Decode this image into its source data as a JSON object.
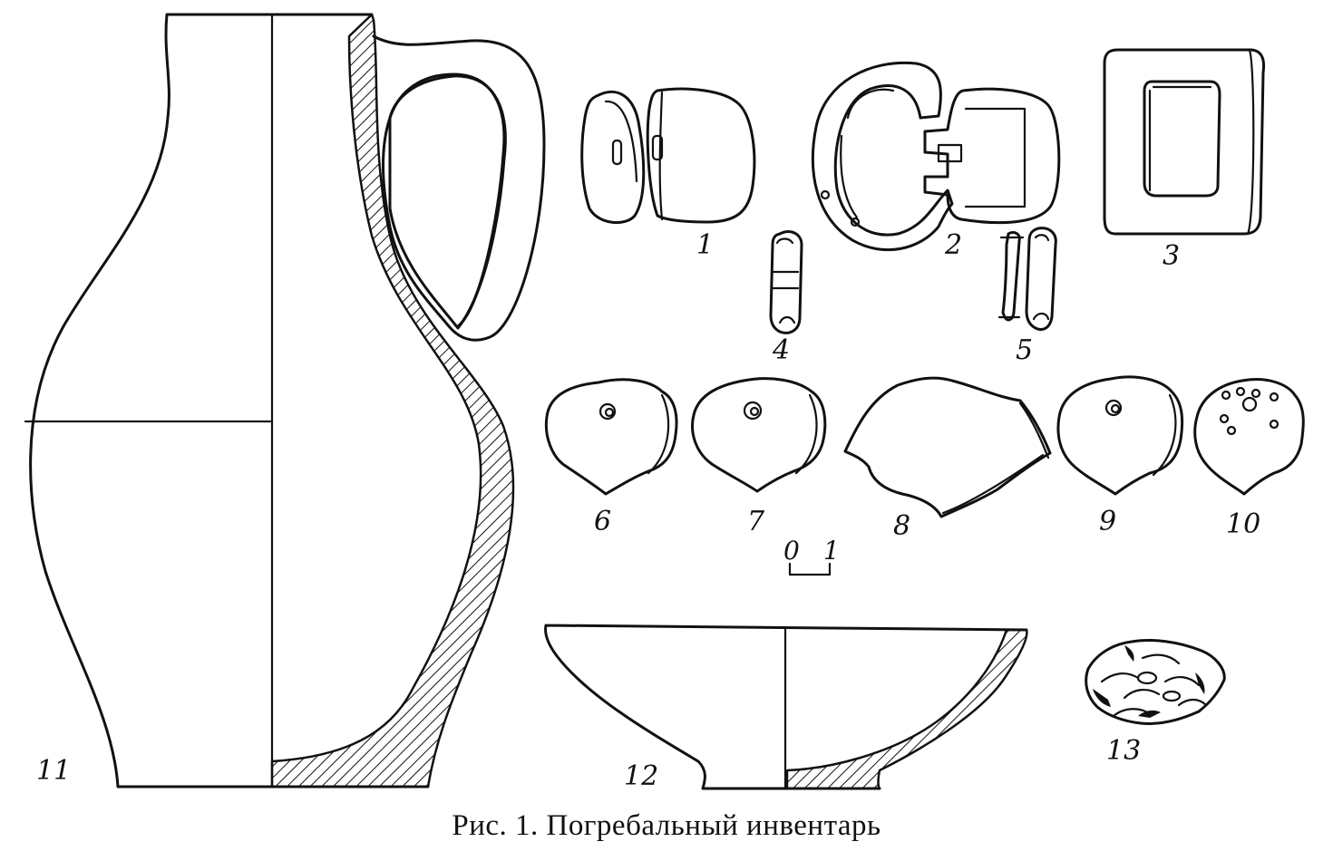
{
  "caption": "Рис. 1. Погребальный инвентарь",
  "scale_bar": {
    "start": "0",
    "end": "1"
  },
  "figures": [
    {
      "num": "1"
    },
    {
      "num": "2"
    },
    {
      "num": "3"
    },
    {
      "num": "4"
    },
    {
      "num": "5"
    },
    {
      "num": "6"
    },
    {
      "num": "7"
    },
    {
      "num": "8"
    },
    {
      "num": "9"
    },
    {
      "num": "10"
    },
    {
      "num": "11"
    },
    {
      "num": "12"
    },
    {
      "num": "13"
    }
  ],
  "colors": {
    "ink": "#111111",
    "paper": "#ffffff"
  }
}
